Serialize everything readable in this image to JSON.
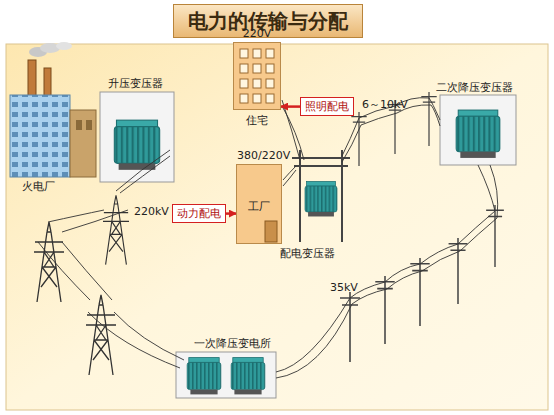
{
  "diagram": {
    "title": "电力的传输与分配",
    "nodes": [
      {
        "text": [
          "220V",
          "住宅"
        ]
      },
      {
        "text": [
          "照明配电"
        ]
      },
      {
        "text": [
          "380/220V",
          "工厂"
        ]
      },
      {
        "text": [
          "动力配电"
        ]
      }
    ],
    "edges": [
      {
        "from": 1,
        "to": 0,
        "arrow": "to"
      },
      {
        "from": 3,
        "to": 2,
        "arrow": "to"
      }
    ],
    "labels": [
      "升压变压器",
      "火电厂",
      "6～10kV",
      "二次降压变压器",
      "配电变压器",
      "220kV",
      "35kV",
      "一次降压变电所"
    ]
  }
}
